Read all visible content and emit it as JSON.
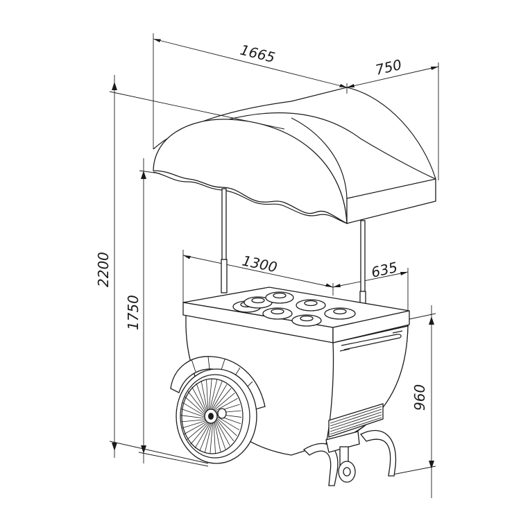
{
  "drawing": {
    "subject": "ice cream cart technical drawing",
    "line_color": "#1a1a1a",
    "background_color": "#ffffff",
    "dimensions": {
      "canopy_width": "1665",
      "canopy_depth": "750",
      "overall_height": "2200",
      "canopy_bottom_height": "1750",
      "counter_width": "1300",
      "counter_depth": "635",
      "counter_height": "960"
    },
    "tubs_count": 7
  }
}
